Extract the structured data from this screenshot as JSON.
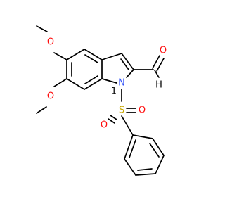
{
  "molecule": {
    "atoms": {
      "o_methoxy_5": "O",
      "o_methoxy_6": "O",
      "o_aldehyde": "O",
      "n_indole": "N",
      "n_locant": "1",
      "s_sulfonyl": "S",
      "o_sulfonyl_a": "O",
      "o_sulfonyl_b": "O",
      "h_aldehyde": "H"
    },
    "colors": {
      "oxygen": "#ff0d0d",
      "nitrogen": "#3050f8",
      "sulfur": "#c8a800",
      "carbon": "#000000",
      "hydrogen": "#000000"
    }
  }
}
